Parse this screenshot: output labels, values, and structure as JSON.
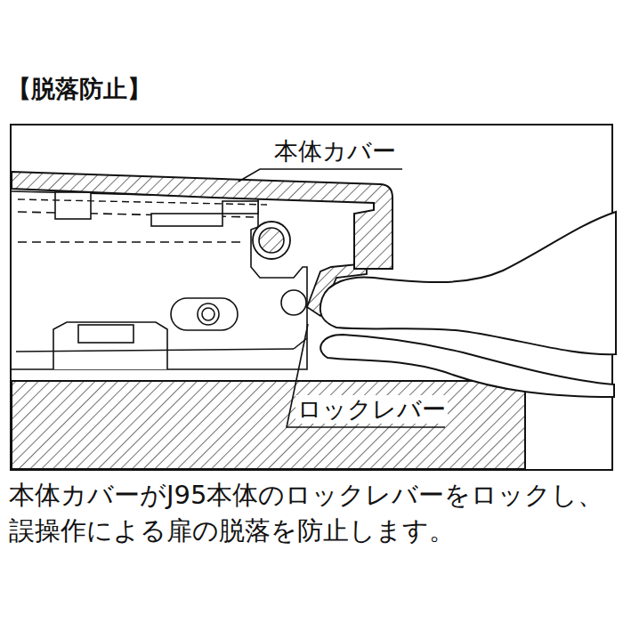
{
  "diagram": {
    "title": "【脱落防止】",
    "caption": "本体カバーがJ95本体のロックレバーをロックし、 誤操作による扉の脱落を防止します。",
    "labels": [
      "本体カバー",
      "ロックレバー"
    ]
  }
}
